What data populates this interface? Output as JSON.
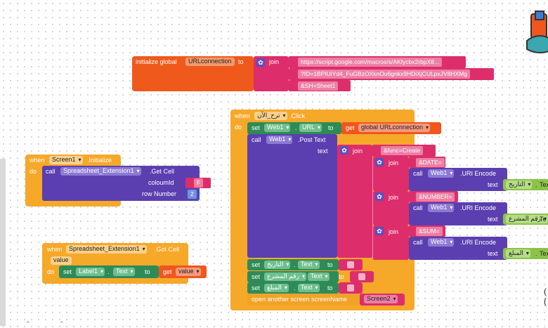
{
  "init_global": {
    "kw_initialize": "initialize global",
    "var_name": "URLconnection",
    "kw_to": "to",
    "kw_join": "join",
    "str1": "https://script.google.com/macros/s/AKfycbx2rbpX8...",
    "str2": "?ID=1BPIUiYd4_FuGBzOXknOu6gnkx9HDiXjCULpxJV8HXMg",
    "str3": "&SH=Sheet1"
  },
  "screen_init": {
    "kw_when": "when",
    "component": "Screen1",
    "event": ".Initialize",
    "kw_do": "do",
    "kw_call": "call",
    "ext": "Spreadsheet_Extension1",
    "method": ".Get Cell",
    "arg1_name": "coloumId",
    "arg1_value": "F",
    "arg2_name": "row Number",
    "arg2_value": "2"
  },
  "got_cell": {
    "kw_when": "when",
    "ext": "Spreadsheet_Extension1",
    "event": ".Got Cell",
    "param": "value",
    "kw_do": "do",
    "kw_set": "set",
    "component": "Label1",
    "prop": "Text",
    "kw_to": "to",
    "kw_get": "get",
    "get_var": "value"
  },
  "click": {
    "kw_when": "when",
    "button": "ترح_الآن",
    "event": ".Click",
    "kw_do": "do",
    "set_web": {
      "kw_set": "set",
      "comp": "Web1",
      "prop": "URL",
      "kw_to": "to",
      "kw_get": "get",
      "var": "global URLconnection"
    },
    "post": {
      "kw_call": "call",
      "comp": "Web1",
      "method": ".Post Text",
      "arg": "text",
      "kw_join": "join",
      "first_str": "&func=Create"
    },
    "rows": [
      {
        "kw_join": "join",
        "str": "&DATE=",
        "kw_call": "call",
        "comp": "Web1",
        "method": ".URI Encode",
        "arg": "text",
        "field": "التاريخ",
        "prop": "Tex"
      },
      {
        "kw_join": "join",
        "str": "&NUMBER=",
        "kw_call": "call",
        "comp": "Web1",
        "method": ".URI Encode",
        "arg": "text",
        "field": "رقم المشرع",
        "prop": "Te"
      },
      {
        "kw_join": "join",
        "str": "&SUM=",
        "kw_call": "call",
        "comp": "Web1",
        "method": ".URI Encode",
        "arg": "text",
        "field": "المبلغ",
        "prop": "Tex"
      }
    ],
    "sets": [
      {
        "kw_set": "set",
        "field": "التاريخ",
        "prop": "Text",
        "kw_to": "to"
      },
      {
        "kw_set": "set",
        "field": "رقم المشرع",
        "prop": "Text",
        "kw_to": "to"
      },
      {
        "kw_set": "set",
        "field": "المبلغ",
        "prop": "Text",
        "kw_to": "to"
      }
    ],
    "open": {
      "label": "open another screen  screenName",
      "screen": "Screen2"
    }
  },
  "colors": {
    "control": "#f6a828",
    "event_body": "#f5a623",
    "component": "#3f51b5",
    "text_pink": "#dd2d6a",
    "green": "#2e8b57",
    "orange": "#f0561d",
    "light_green": "#8bc34a"
  },
  "icons": [
    "gear-icon",
    "backpack-icon"
  ]
}
